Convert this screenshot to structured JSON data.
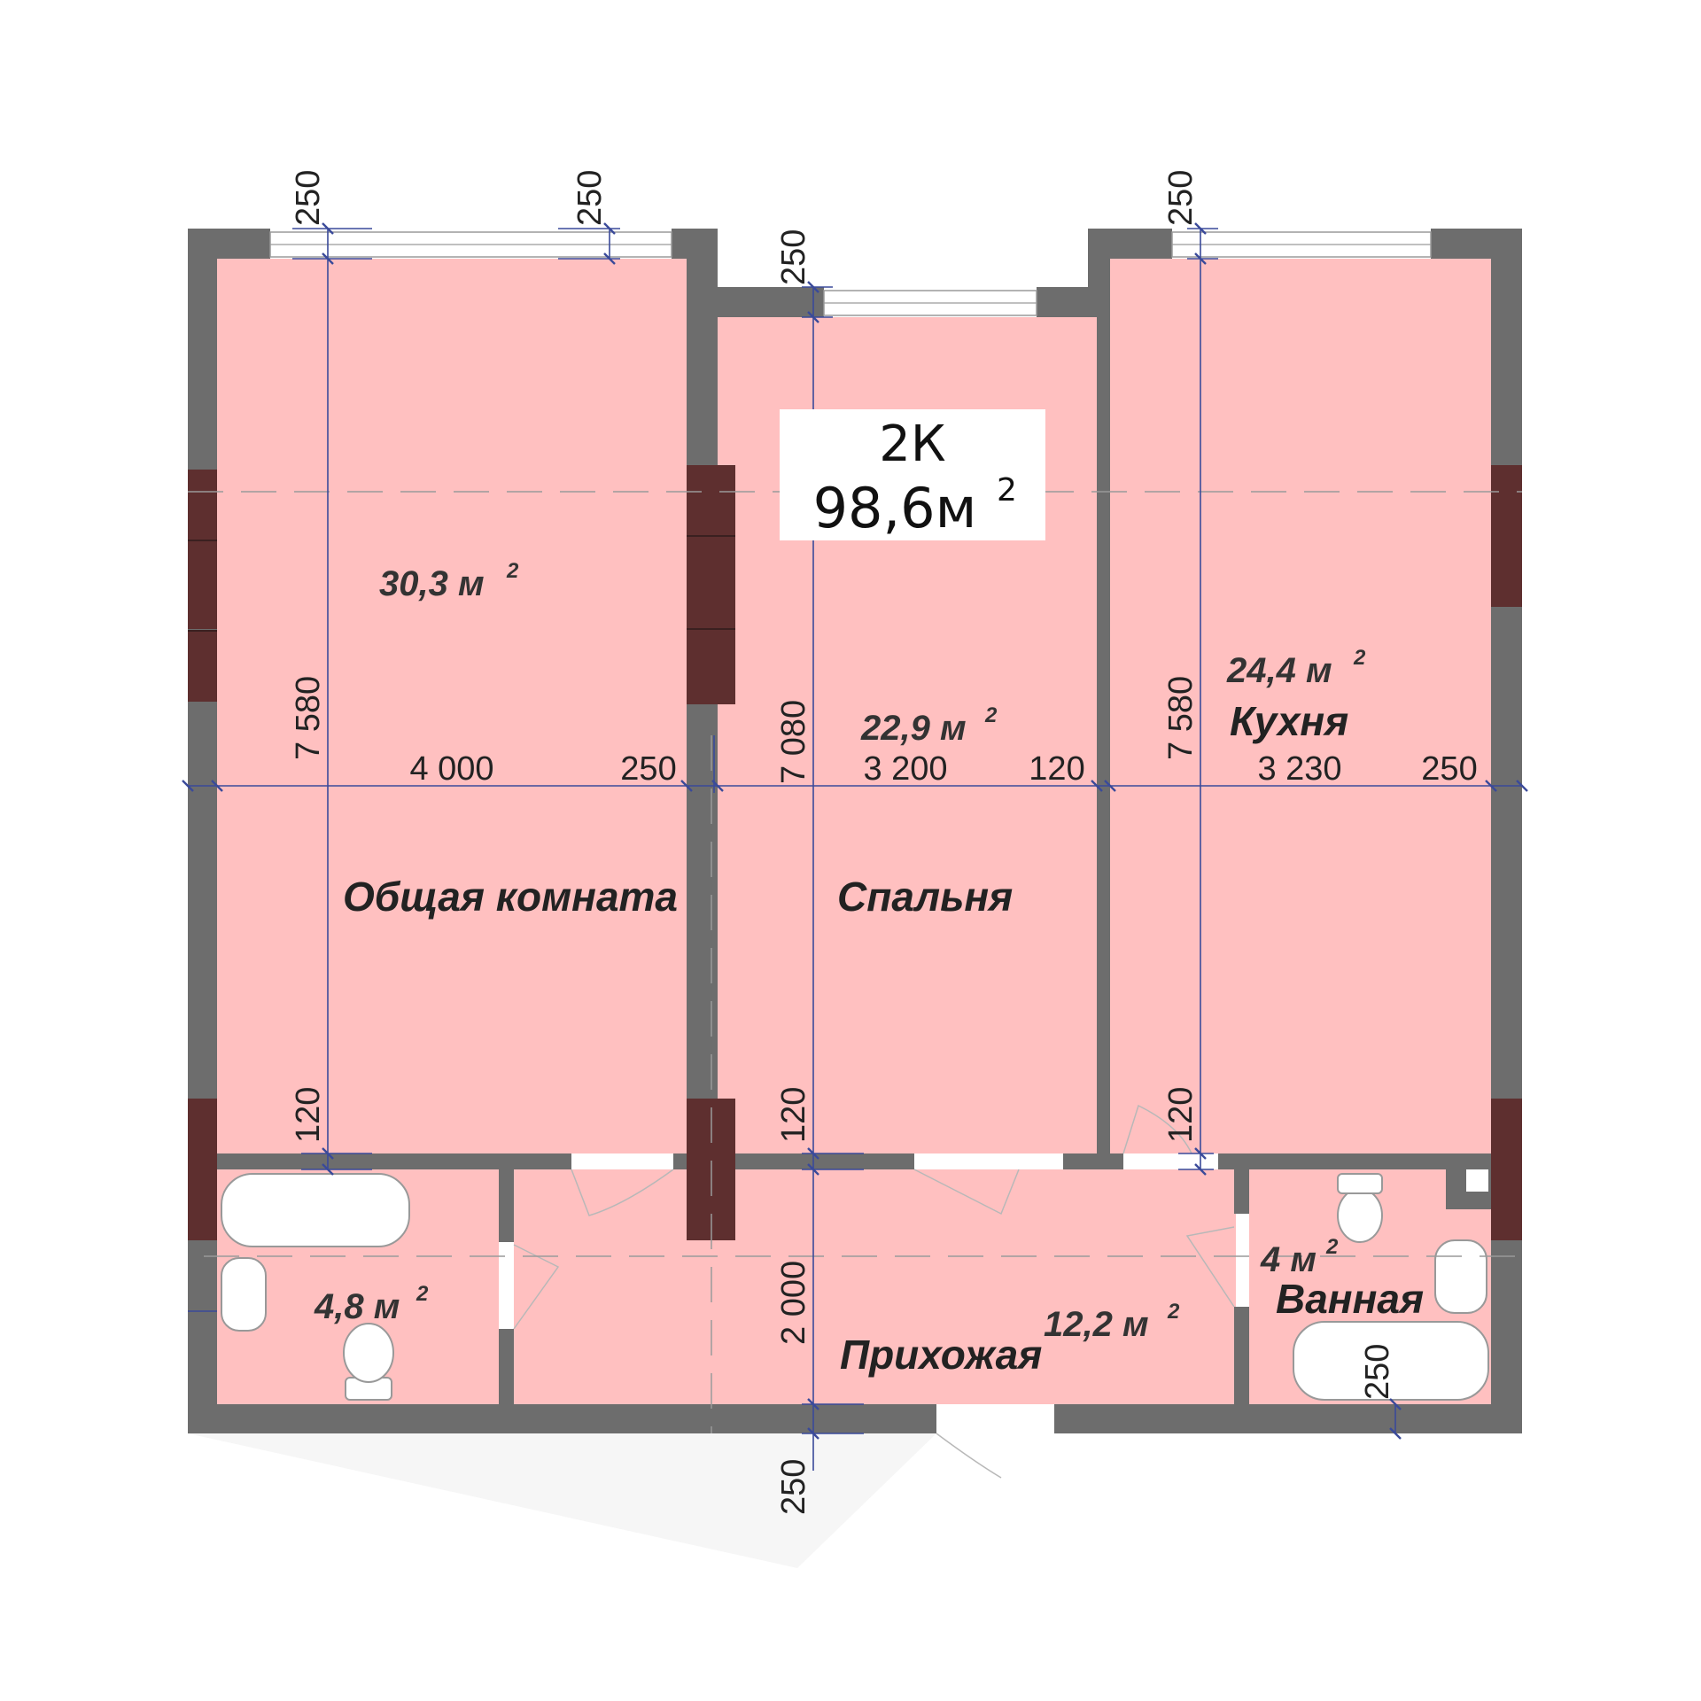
{
  "plan": {
    "type_label": "2К",
    "total_area": "98,6м",
    "total_area_sup": "2"
  },
  "colors": {
    "room_fill": "#ffc0c0",
    "wall": "#6d6d6d",
    "column": "#5e2f2f",
    "dim_line": "#3a4a9a",
    "window": "#ffffff"
  },
  "rooms": {
    "living": {
      "name": "Общая комната",
      "area": "30,3 м",
      "sup": "2"
    },
    "bedroom": {
      "name": "Спальня",
      "area": "22,9 м",
      "sup": "2"
    },
    "kitchen": {
      "name": "Кухня",
      "area": "24,4 м",
      "sup": "2"
    },
    "hallway": {
      "name": "Прихожая",
      "area": "12,2 м",
      "sup": "2"
    },
    "bath_right": {
      "name": "Ванная",
      "area": "4 м",
      "sup": "2"
    },
    "bath_left": {
      "area": "4,8 м",
      "sup": "2"
    }
  },
  "dimensions": {
    "top_living_left": "250",
    "top_living_right": "250",
    "top_bedroom": "250",
    "top_kitchen": "250",
    "living_height": "7 580",
    "bedroom_height": "7 080",
    "kitchen_height": "7 580",
    "living_width": "4 000",
    "wall_living_bedroom": "250",
    "bedroom_width": "3 200",
    "wall_bedroom_kitchen": "120",
    "kitchen_width": "3 230",
    "wall_right": "250",
    "living_partition": "120",
    "bedroom_partition": "120",
    "kitchen_partition": "120",
    "hall_depth": "2 000",
    "bottom_wall": "250",
    "bath_bottom_wall": "250"
  }
}
